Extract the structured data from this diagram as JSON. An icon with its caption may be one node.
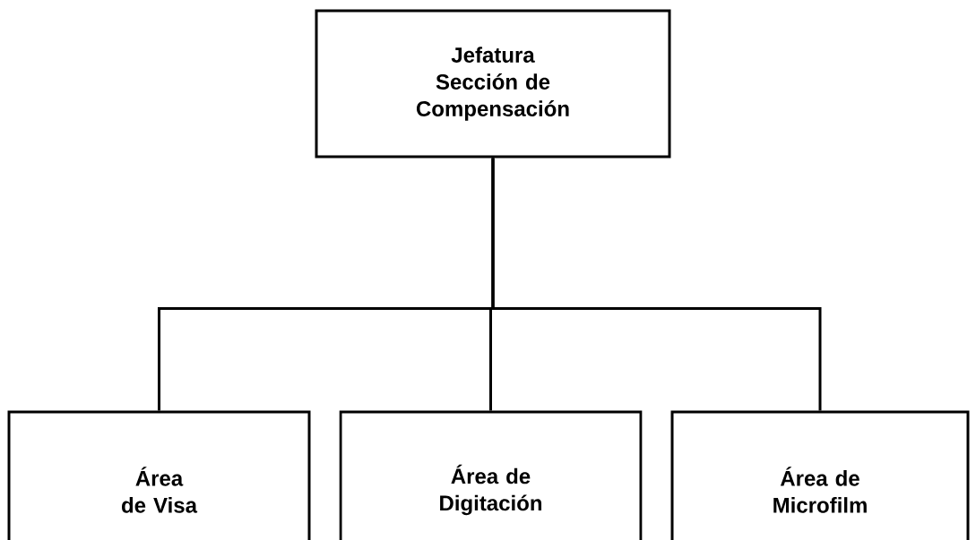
{
  "diagram": {
    "nodes": [
      {
        "text": [
          "Jefatura Sección de Compensación"
        ]
      },
      {
        "text": [
          "Área de Visa"
        ]
      },
      {
        "text": [
          "Área de Digitación"
        ]
      },
      {
        "text": [
          "Área de Microfilm"
        ]
      }
    ],
    "edges": [
      {
        "from": 0,
        "to": 1,
        "arrow": "none"
      },
      {
        "from": 0,
        "to": 2,
        "arrow": "none"
      },
      {
        "from": 0,
        "to": 3,
        "arrow": "none"
      }
    ]
  }
}
